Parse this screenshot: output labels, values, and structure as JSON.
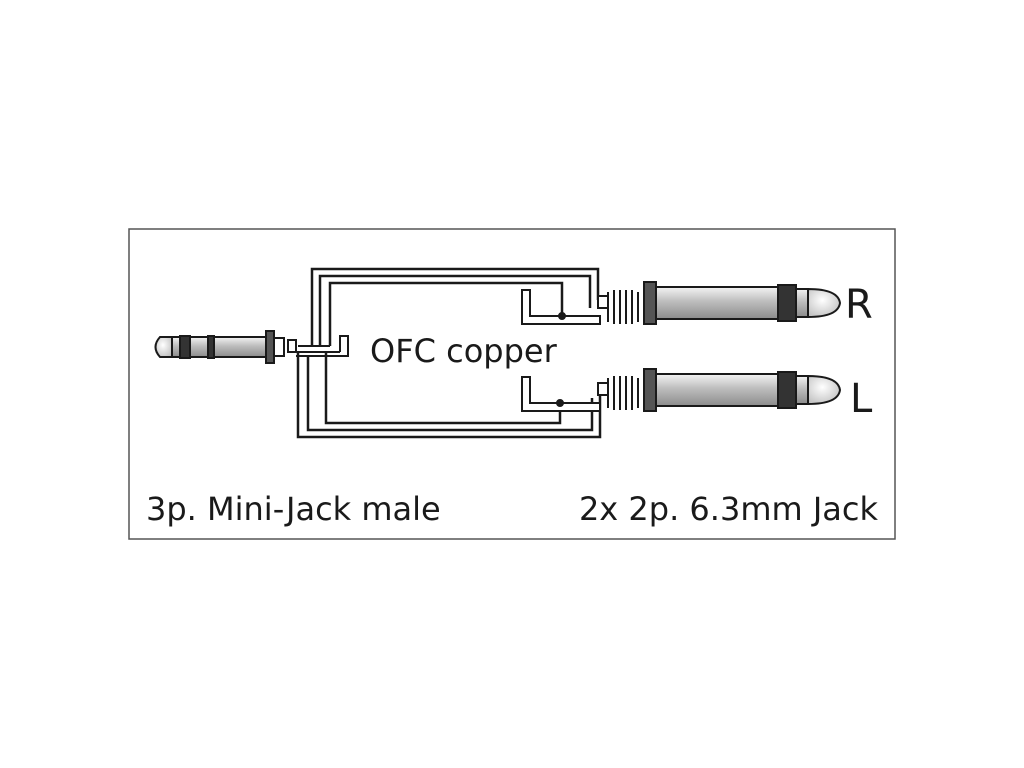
{
  "diagram": {
    "labels": {
      "material": "OFC copper",
      "channel_right": "R",
      "channel_left": "L",
      "left_connector": "3p. Mini-Jack male",
      "right_connector": "2x 2p. 6.3mm Jack"
    },
    "colors": {
      "line": "#1a1a1a",
      "frame": "#555555",
      "background": "#ffffff",
      "plug_body": "#d0d0d0",
      "plug_tip": "#e8e8e8"
    }
  }
}
